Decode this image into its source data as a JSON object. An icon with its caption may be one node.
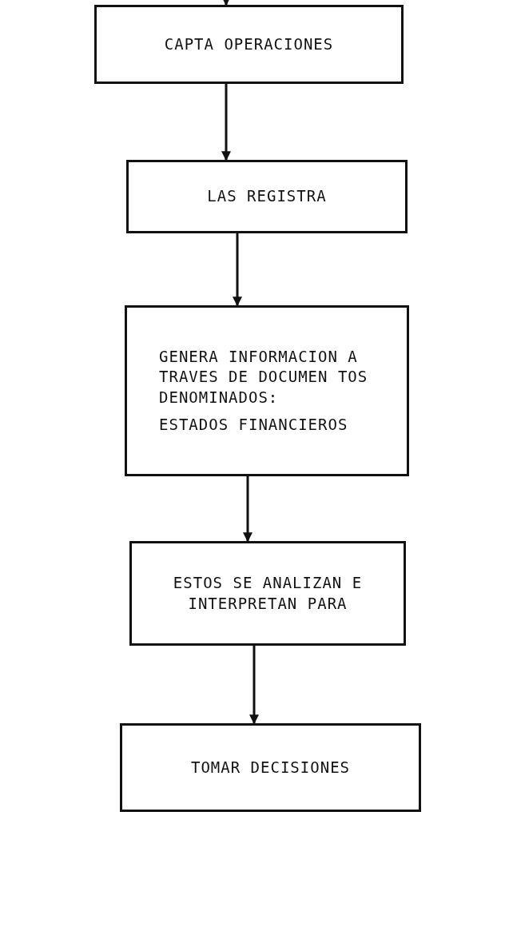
{
  "diagram": {
    "nodes": [
      {
        "text": [
          "CAPTA OPERACIONES"
        ]
      },
      {
        "text": [
          "LAS REGISTRA"
        ]
      },
      {
        "text": [
          "GENERA INFORMACION A TRAVES DE DOCUMEN TOS DENOMINADOS:",
          "ESTADOS FINANCIEROS"
        ]
      },
      {
        "text": [
          "ESTOS SE ANALIZAN E INTERPRETAN PARA"
        ]
      },
      {
        "text": [
          "TOMAR DECISIONES"
        ]
      }
    ],
    "edges": [
      {
        "from": null,
        "to": 0,
        "arrow": "to"
      },
      {
        "from": 0,
        "to": 1,
        "arrow": "to"
      },
      {
        "from": 1,
        "to": 2,
        "arrow": "to"
      },
      {
        "from": 2,
        "to": 3,
        "arrow": "to"
      },
      {
        "from": 3,
        "to": 4,
        "arrow": "to"
      }
    ]
  }
}
